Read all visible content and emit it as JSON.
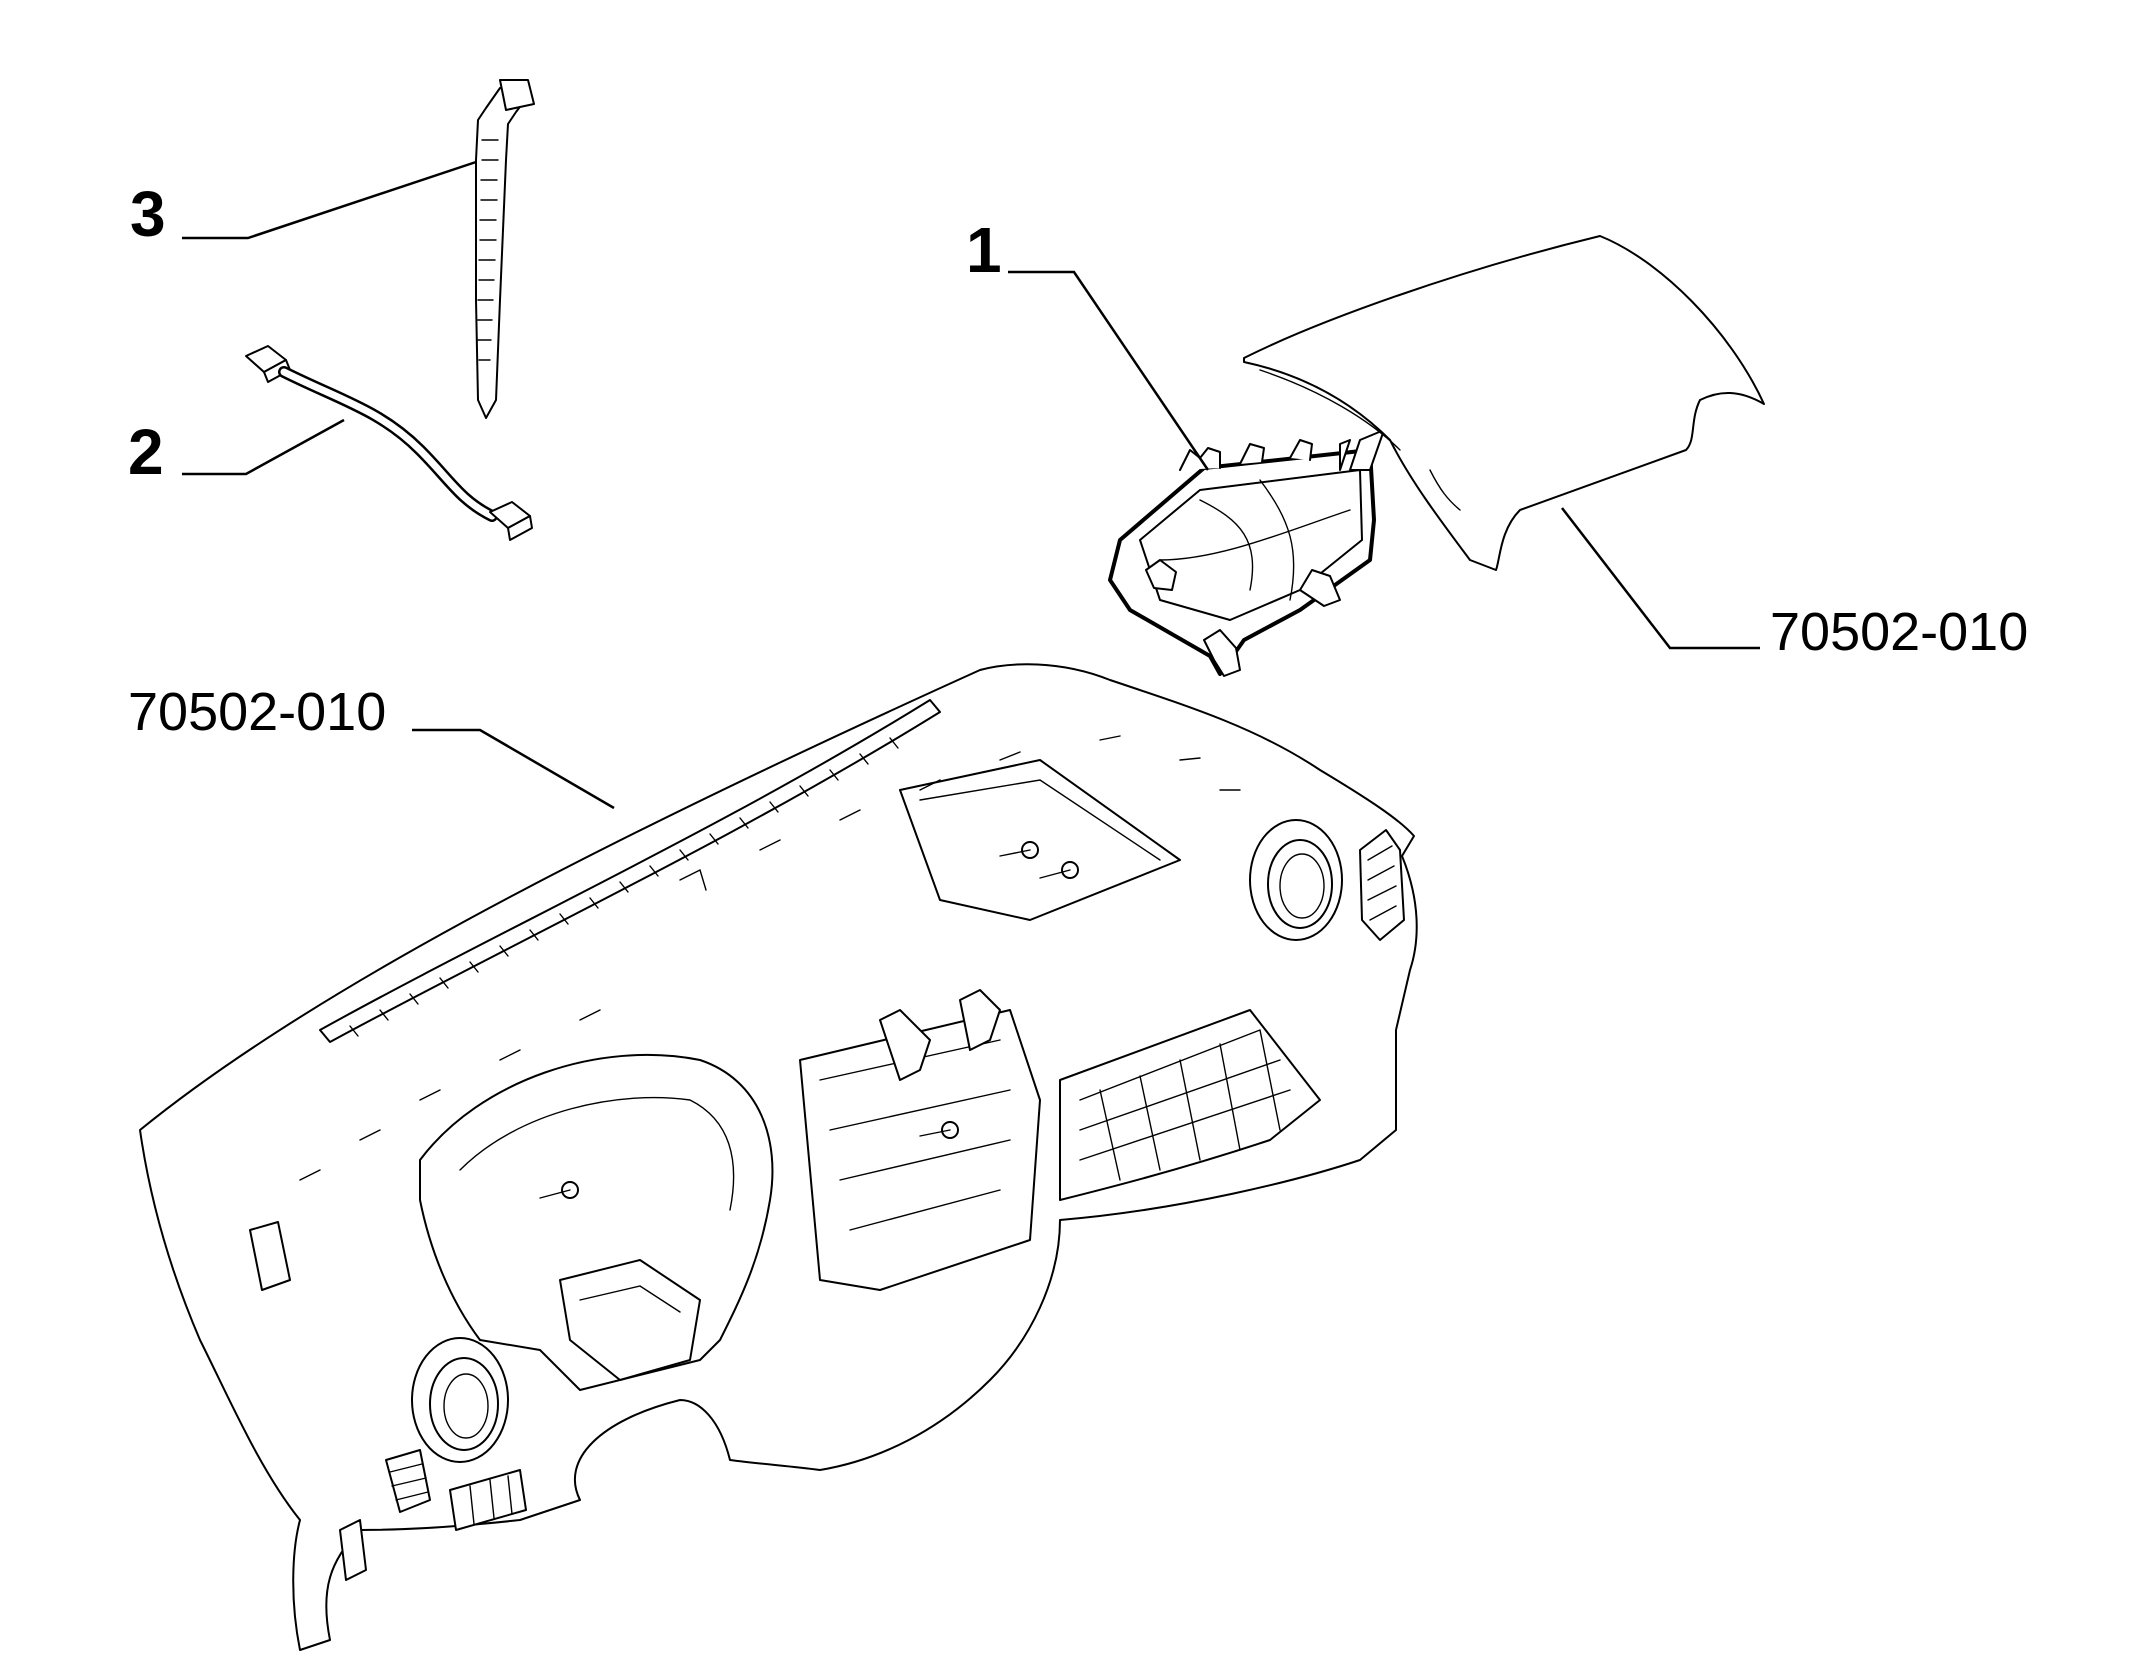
{
  "callouts": {
    "c1": "1",
    "c2": "2",
    "c3": "3",
    "ref_dashboard": "70502-010",
    "ref_cover": "70502-010"
  },
  "parts": [
    "airbag-module",
    "wiring-harness",
    "cable-tie",
    "dashboard-panel",
    "passenger-airbag-cover"
  ],
  "colors": {
    "line": "#000000",
    "background": "#ffffff"
  }
}
